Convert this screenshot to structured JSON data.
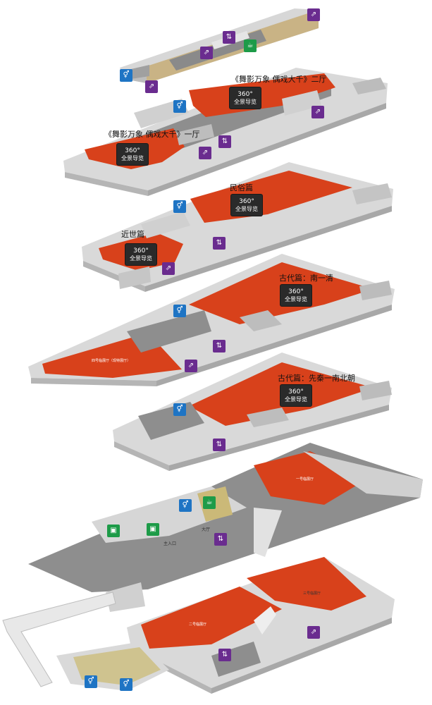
{
  "halls": {
    "hall2_title": "《舞影万象 偶戏大千》二厅",
    "hall1_title": "《舞影万象 偶戏大千》一厅",
    "folk_title": "民俗篇",
    "modern_title": "近世篇",
    "ancient_nanqing_title": "古代篇：南一清",
    "ancient_xianqin_title": "古代篇：先秦一南北朝",
    "temp4_title": "四号临展厅（现特展厅）",
    "temp1_title": "一号临展厅",
    "temp3_title": "三号临展厅",
    "temp2_title": "二号临展厅"
  },
  "pano": {
    "degree": "360°",
    "label": "全景导览"
  },
  "ground": {
    "lobby": "大厅",
    "main_entrance": "主入口"
  },
  "colors": {
    "exhibit": "#d8411b",
    "wall": "#cfcfcf",
    "floor": "#8d8d8d",
    "restroom": "#1e74c4",
    "stairs": "#6a2c8f",
    "service": "#1d9b48"
  },
  "icons": {
    "restroom": "restroom-icon",
    "stairs": "stairs-icon",
    "elevator": "elevator-icon",
    "cafe": "cafe-icon",
    "shop": "shop-icon"
  }
}
